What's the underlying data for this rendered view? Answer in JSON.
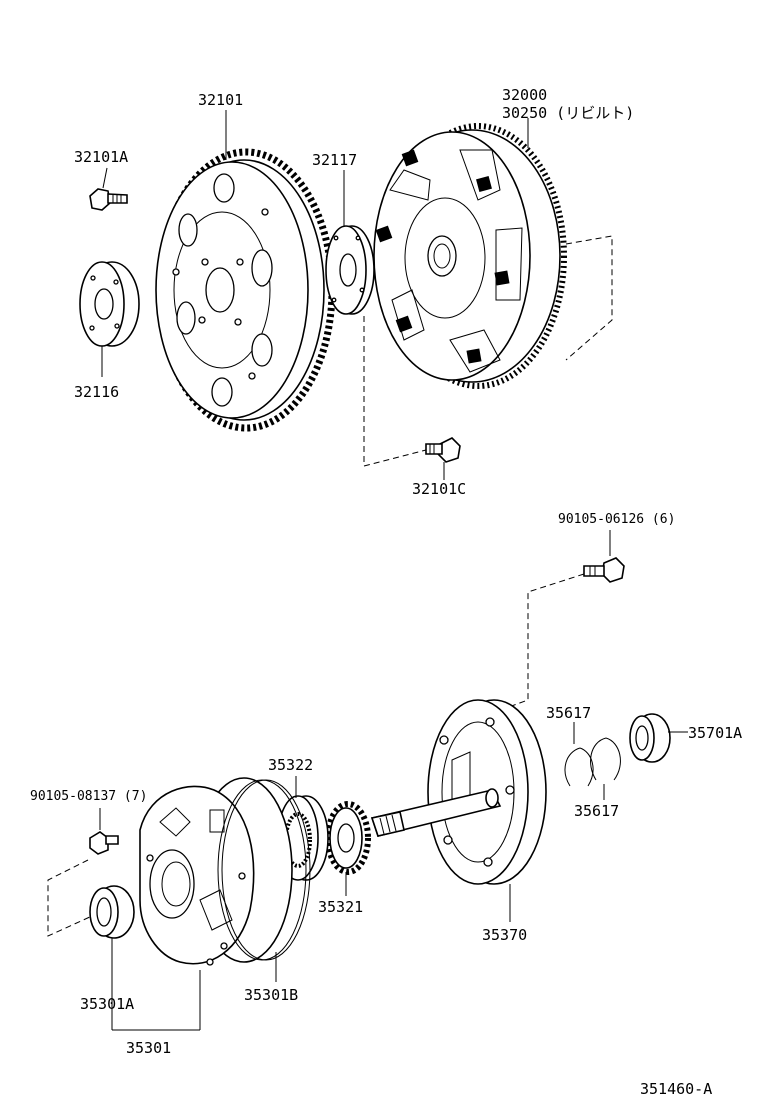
{
  "diagram": {
    "ref_code": "351460-A",
    "labels": {
      "p32101": "32101",
      "p32101A": "32101A",
      "p32116": "32116",
      "p32117": "32117",
      "p32000": "32000",
      "p30250": "30250 (リビルト)",
      "p32101C": "32101C",
      "p90105_06126": "90105-06126 (6)",
      "p35617_top": "35617",
      "p35701A": "35701A",
      "p35617_bot": "35617",
      "p35322": "35322",
      "p90105_08137": "90105-08137 (7)",
      "p35321": "35321",
      "p35370": "35370",
      "p35301A": "35301A",
      "p35301B": "35301B",
      "p35301": "35301"
    }
  }
}
